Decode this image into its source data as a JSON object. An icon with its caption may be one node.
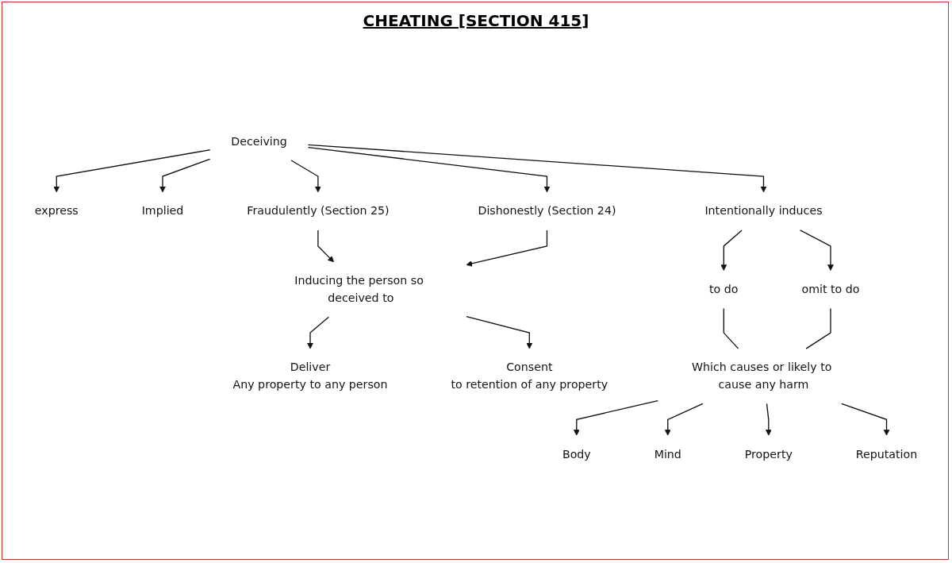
{
  "diagram": {
    "title": "CHEATING [SECTION 415]",
    "nodes": [
      {
        "text": [
          "Deceiving"
        ]
      },
      {
        "text": [
          "express"
        ]
      },
      {
        "text": [
          "Implied"
        ]
      },
      {
        "text": [
          "Fraudulently (Section 25)"
        ]
      },
      {
        "text": [
          "Dishonestly (Section 24)"
        ]
      },
      {
        "text": [
          "Intentionally induces"
        ]
      },
      {
        "text": [
          "Inducing the person so deceived to"
        ]
      },
      {
        "text": [
          "to do"
        ]
      },
      {
        "text": [
          "omit to do"
        ]
      },
      {
        "text": [
          "Deliver",
          "Any property to any person"
        ]
      },
      {
        "text": [
          "Consent",
          "to retention of any property"
        ]
      },
      {
        "text": [
          "Which causes or likely to cause any harm"
        ]
      },
      {
        "text": [
          "Body"
        ]
      },
      {
        "text": [
          "Mind"
        ]
      },
      {
        "text": [
          "Property"
        ]
      },
      {
        "text": [
          "Reputation"
        ]
      }
    ],
    "edges": [
      {
        "from": 0,
        "to": 1,
        "arrow": "to"
      },
      {
        "from": 0,
        "to": 2,
        "arrow": "to"
      },
      {
        "from": 0,
        "to": 3,
        "arrow": "to"
      },
      {
        "from": 0,
        "to": 4,
        "arrow": "to"
      },
      {
        "from": 0,
        "to": 5,
        "arrow": "to"
      },
      {
        "from": 3,
        "to": 6,
        "arrow": "to"
      },
      {
        "from": 4,
        "to": 6,
        "arrow": "to"
      },
      {
        "from": 5,
        "to": 7,
        "arrow": "to"
      },
      {
        "from": 5,
        "to": 8,
        "arrow": "to"
      },
      {
        "from": 6,
        "to": 9,
        "arrow": "to"
      },
      {
        "from": 6,
        "to": 10,
        "arrow": "to"
      },
      {
        "from": 7,
        "to": 11,
        "arrow": "none"
      },
      {
        "from": 8,
        "to": 11,
        "arrow": "none"
      },
      {
        "from": 11,
        "to": 12,
        "arrow": "to"
      },
      {
        "from": 11,
        "to": 13,
        "arrow": "to"
      },
      {
        "from": 11,
        "to": 14,
        "arrow": "to"
      },
      {
        "from": 11,
        "to": 15,
        "arrow": "to"
      }
    ]
  }
}
